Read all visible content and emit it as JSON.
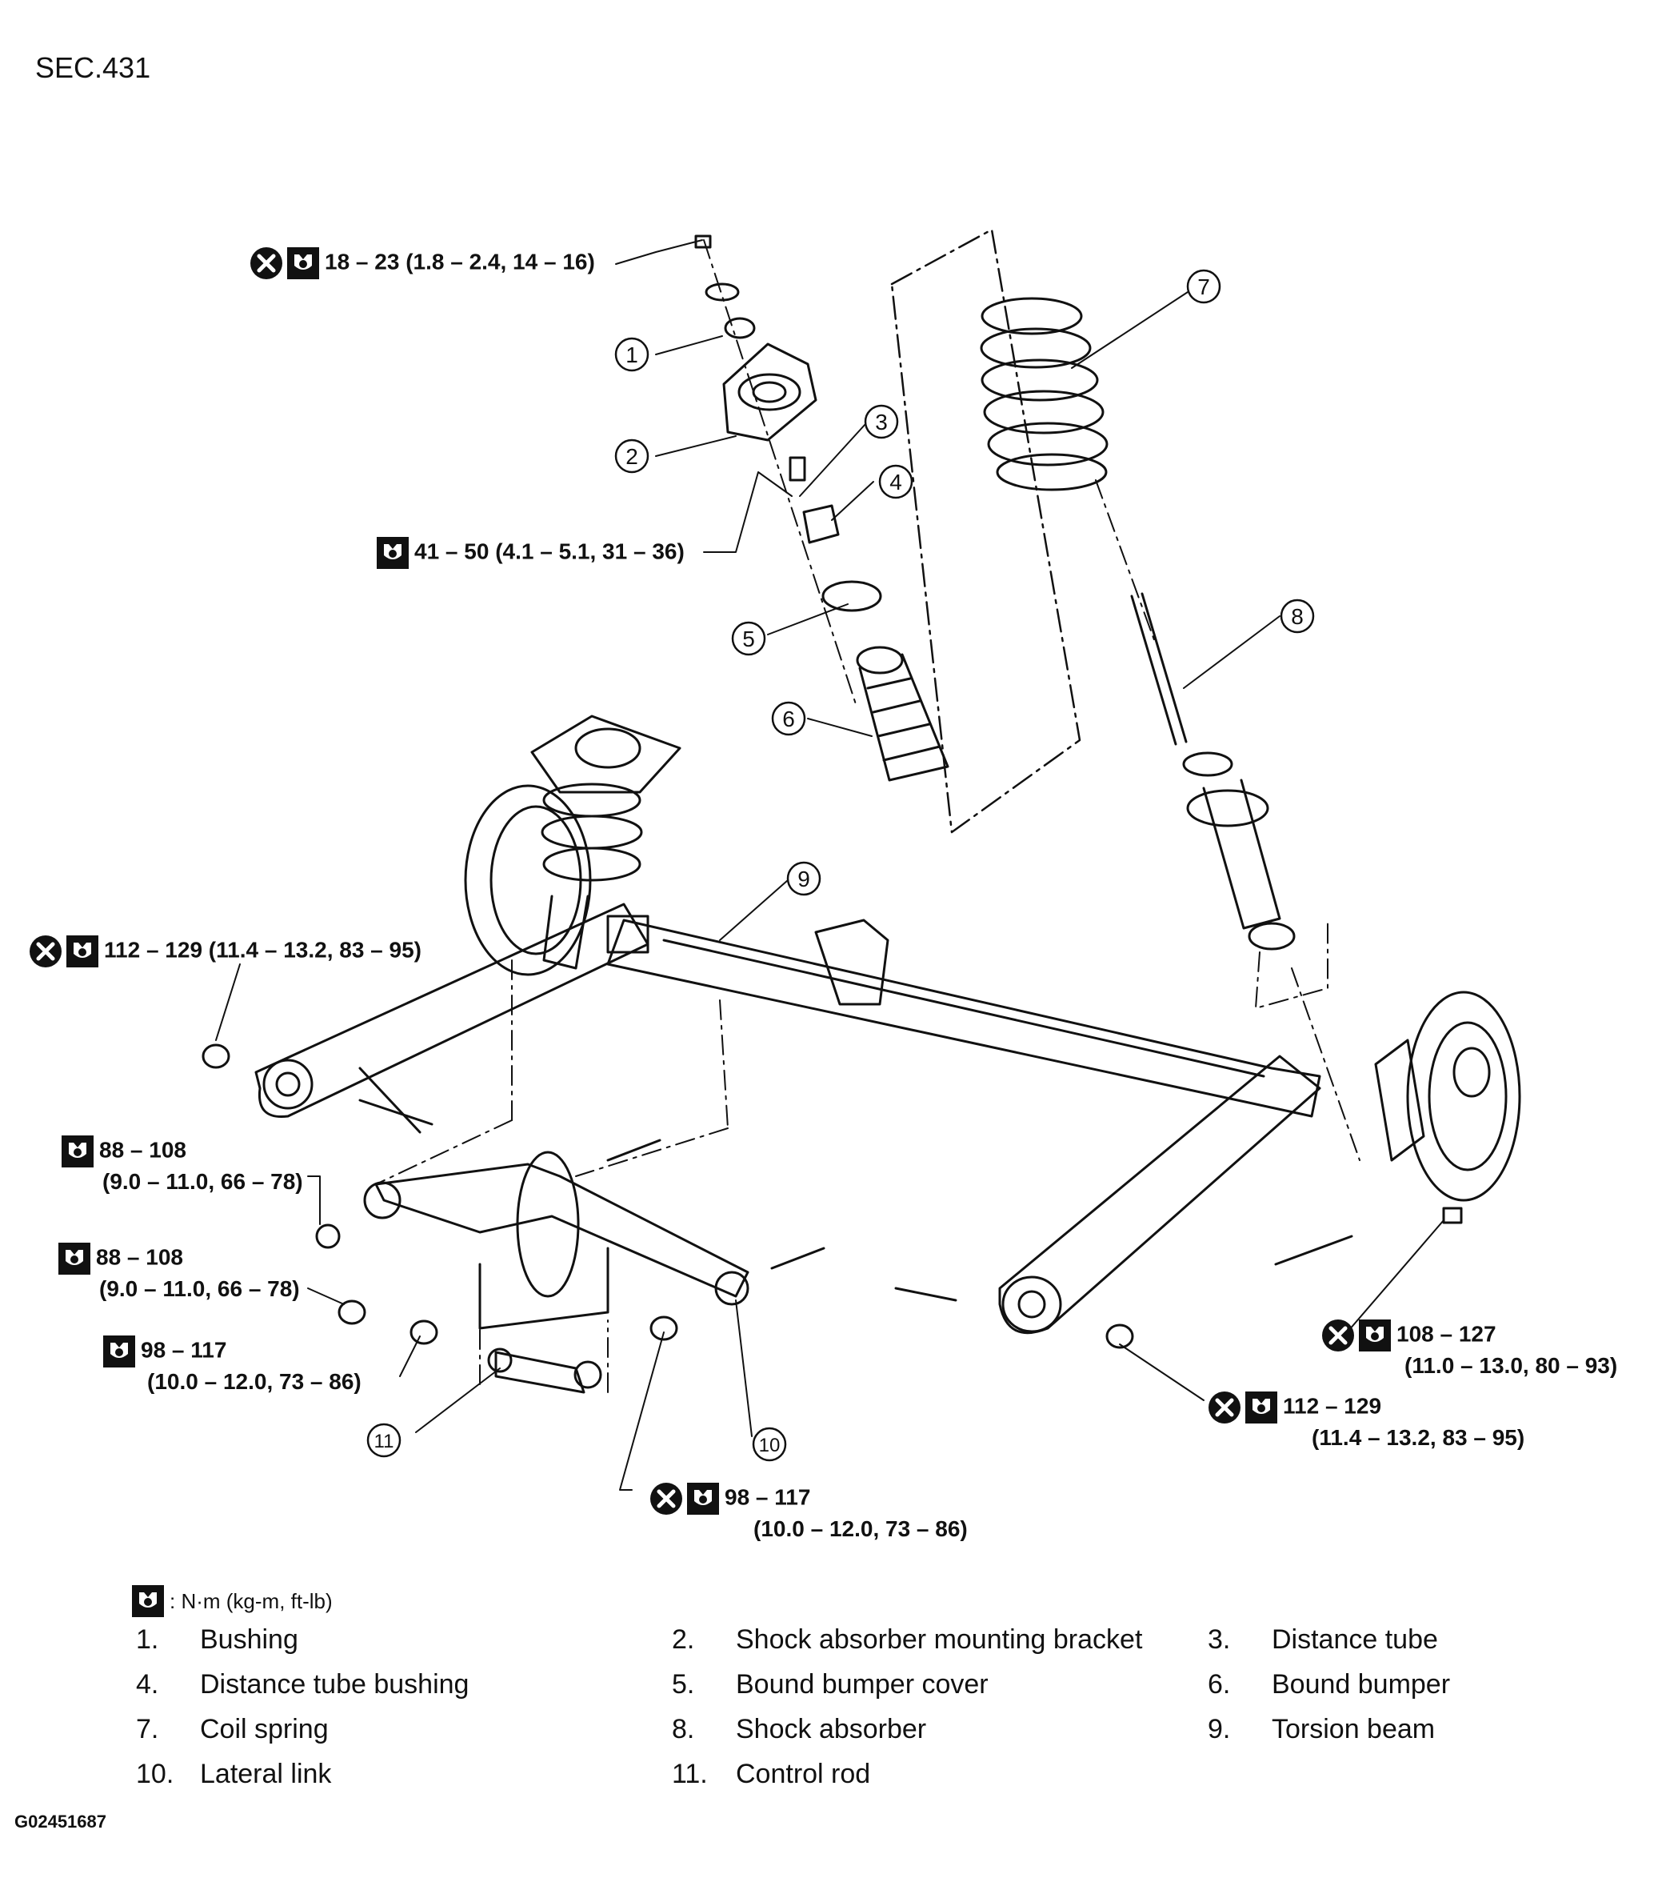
{
  "section_code": "SEC.431",
  "figure_code": "G02451687",
  "legend_unit": ": N·m (kg-m, ft-lb)",
  "icons": {
    "wrench": "torque-wrench-icon",
    "nonreusable": "non-reusable-x-icon"
  },
  "torque_specs": [
    {
      "id": "t1",
      "line1": "18 – 23 (1.8 – 2.4, 14 – 16)",
      "line2": "",
      "nonreusable": true
    },
    {
      "id": "t2",
      "line1": "41 – 50 (4.1 – 5.1, 31 – 36)",
      "line2": "",
      "nonreusable": false
    },
    {
      "id": "t3",
      "line1": "112 – 129 (11.4 – 13.2, 83 – 95)",
      "line2": "",
      "nonreusable": true
    },
    {
      "id": "t4",
      "line1": "88 – 108",
      "line2": "(9.0 – 11.0, 66 – 78)",
      "nonreusable": false
    },
    {
      "id": "t5",
      "line1": "88 – 108",
      "line2": "(9.0 – 11.0, 66 – 78)",
      "nonreusable": false
    },
    {
      "id": "t6",
      "line1": "98 – 117",
      "line2": "(10.0 – 12.0, 73 – 86)",
      "nonreusable": false
    },
    {
      "id": "t7",
      "line1": "98 – 117",
      "line2": "(10.0 – 12.0, 73 – 86)",
      "nonreusable": true
    },
    {
      "id": "t8",
      "line1": "108 – 127",
      "line2": "(11.0 – 13.0, 80 – 93)",
      "nonreusable": true
    },
    {
      "id": "t9",
      "line1": "112 – 129",
      "line2": "(11.4 – 13.2, 83 – 95)",
      "nonreusable": true
    }
  ],
  "callouts": [
    "1",
    "2",
    "3",
    "4",
    "5",
    "6",
    "7",
    "8",
    "9",
    "10",
    "11"
  ],
  "parts": [
    {
      "num": "1.",
      "name": "Bushing"
    },
    {
      "num": "2.",
      "name": "Shock absorber mounting bracket"
    },
    {
      "num": "3.",
      "name": "Distance tube"
    },
    {
      "num": "4.",
      "name": "Distance tube bushing"
    },
    {
      "num": "5.",
      "name": "Bound bumper cover"
    },
    {
      "num": "6.",
      "name": "Bound bumper"
    },
    {
      "num": "7.",
      "name": "Coil spring"
    },
    {
      "num": "8.",
      "name": "Shock absorber"
    },
    {
      "num": "9.",
      "name": "Torsion beam"
    },
    {
      "num": "10.",
      "name": "Lateral link"
    },
    {
      "num": "11.",
      "name": "Control rod"
    }
  ]
}
